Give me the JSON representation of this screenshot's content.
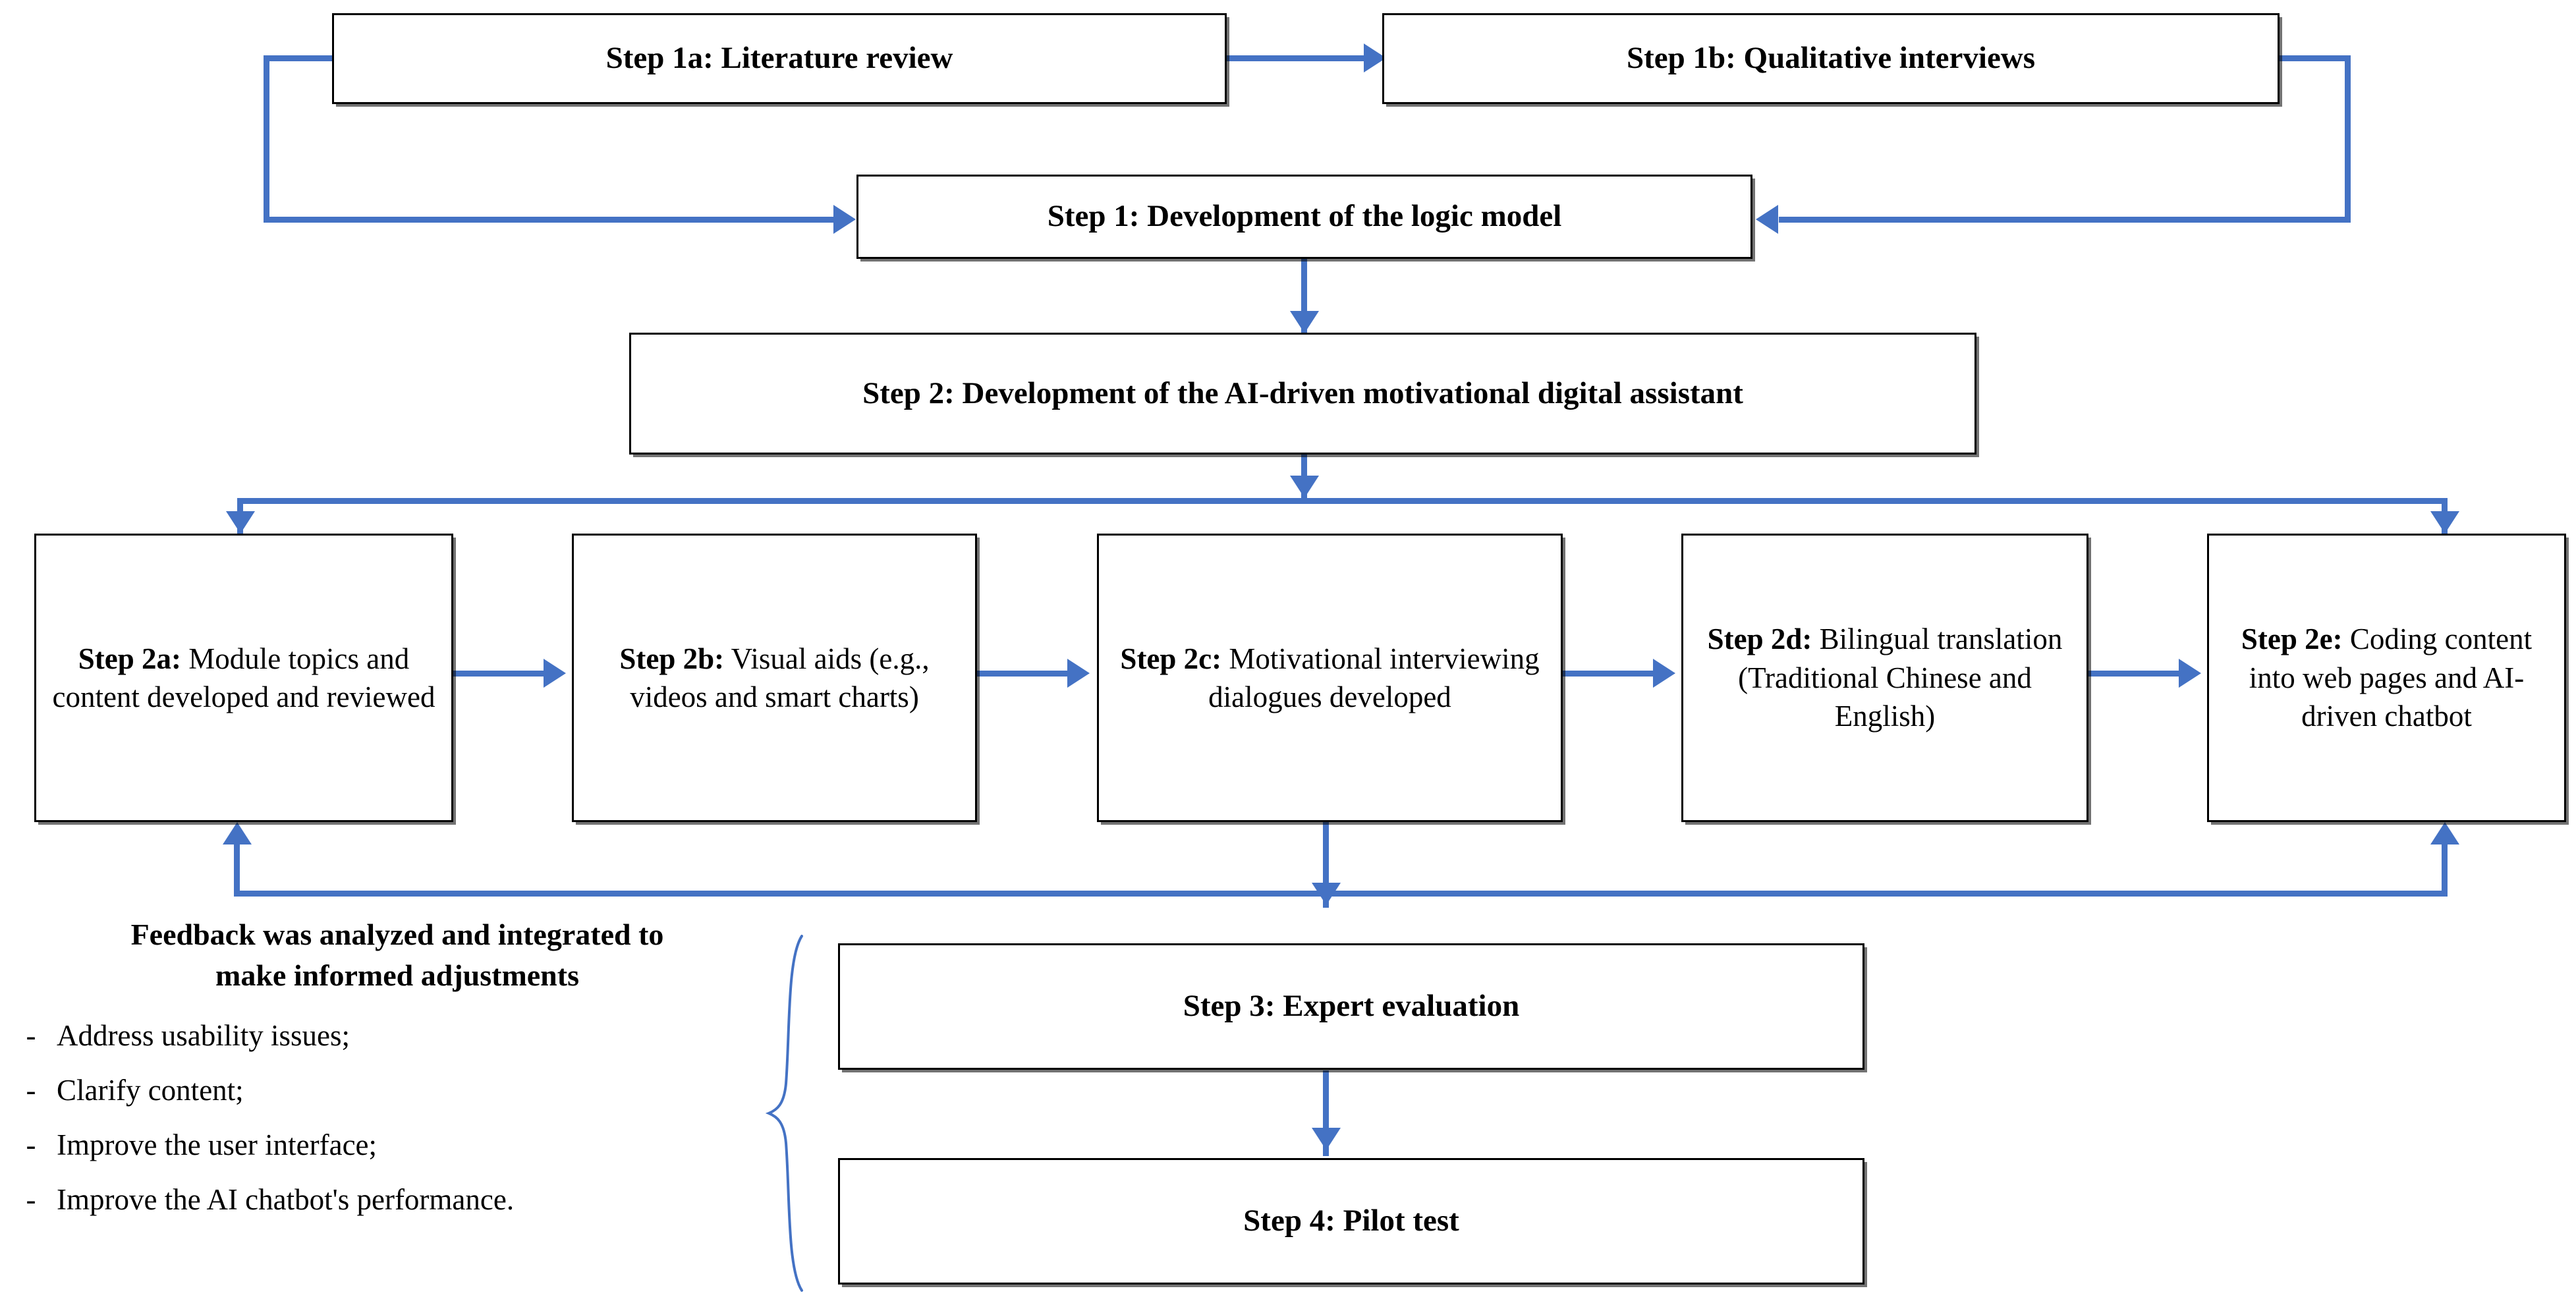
{
  "diagram": {
    "title_visible": false,
    "accent_color": "#4472C4",
    "box_border_color": "#000000",
    "background": "#ffffff"
  },
  "nodes": {
    "step1a": {
      "label_bold": "Step 1a",
      "label_rest": ": Literature review"
    },
    "step1b": {
      "label_bold": "Step 1b",
      "label_rest": ": Qualitative interviews"
    },
    "step1": {
      "label_bold": "Step 1",
      "label_rest": ": Development of the logic model"
    },
    "step2": {
      "label_bold": "Step 2",
      "label_rest": ": Development of the AI-driven motivational digital assistant"
    },
    "step2a": {
      "label_bold": "Step 2a:",
      "label_rest": " Module topics and content developed and reviewed"
    },
    "step2b": {
      "label_bold": "Step 2b:",
      "label_rest": " Visual aids (e.g., videos and smart charts)"
    },
    "step2c": {
      "label_bold": "Step 2c:",
      "label_rest": " Motivational interviewing dialogues developed"
    },
    "step2d": {
      "label_bold": "Step 2d:",
      "label_rest": " Bilingual translation (Traditional Chinese and English)"
    },
    "step2e": {
      "label_bold": "Step 2e:",
      "label_rest": " Coding content into web pages and AI-driven chatbot"
    },
    "step3": {
      "label_bold": "Step 3",
      "label_rest": ": Expert evaluation"
    },
    "step4": {
      "label_bold": "Step 4",
      "label_rest": ": Pilot test"
    }
  },
  "feedback": {
    "title_line1": "Feedback was analyzed and integrated to",
    "title_line2": "make informed adjustments",
    "bullet_marker": "-",
    "items": [
      "Address usability issues;",
      "Clarify content;",
      "Improve the user interface;",
      "Improve the AI chatbot's performance."
    ]
  }
}
